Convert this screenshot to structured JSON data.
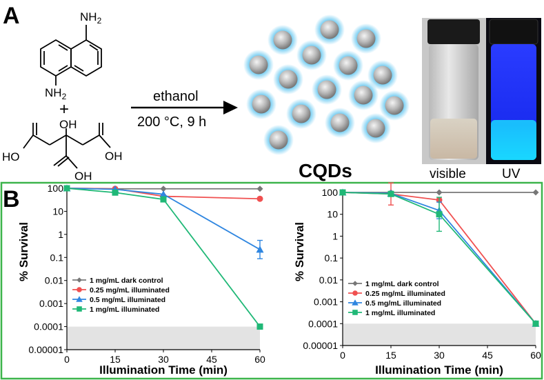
{
  "panels": {
    "a": "A",
    "b": "B"
  },
  "scheme": {
    "reactant1": {
      "top": "NH",
      "top_sub": "2",
      "bottom": "NH",
      "bottom_sub": "2"
    },
    "plus": "+",
    "reactant2": {
      "oh": "OH",
      "ho_left": "HO",
      "oh_right": "OH",
      "oh_bottom": "OH"
    },
    "solvent": "ethanol",
    "conditions": "200 °C, 9 h",
    "product": "CQDs"
  },
  "photo": {
    "left_label": "visible",
    "right_label": "UV"
  },
  "colors": {
    "dark": "#777777",
    "c025": "#f05050",
    "c05": "#2f86e0",
    "c1": "#20b877",
    "frame": "#3cb44b",
    "glow": "#5ec5f0",
    "shade": "#e3e3e3"
  },
  "chart_data": [
    {
      "type": "line",
      "xlabel": "Illumination Time (min)",
      "ylabel": "% Survival",
      "xlim": [
        0,
        60
      ],
      "ylim": [
        1e-05,
        100
      ],
      "yscale": "log",
      "xticks": [
        "0",
        "15",
        "30",
        "45",
        "60"
      ],
      "yticks": [
        "100",
        "10",
        "1",
        "0.1",
        "0.01",
        "0.001",
        "0.0001",
        "0.00001"
      ],
      "shaded_below": 0.0001,
      "legend": "lower-left",
      "series": [
        {
          "name": "1 mg/mL dark control",
          "color": "#777777",
          "marker": "diamond",
          "x": [
            0,
            15,
            30,
            60
          ],
          "y": [
            100,
            95,
            95,
            95
          ],
          "err": [
            0,
            0,
            0,
            0
          ]
        },
        {
          "name": "0.25 mg/mL illuminated",
          "color": "#f05050",
          "marker": "circle",
          "x": [
            0,
            15,
            30,
            60
          ],
          "y": [
            100,
            95,
            45,
            35
          ],
          "err": [
            0,
            0,
            0,
            0
          ]
        },
        {
          "name": "0.5 mg/mL illuminated",
          "color": "#2f86e0",
          "marker": "triangle",
          "x": [
            0,
            15,
            30,
            60
          ],
          "y": [
            100,
            90,
            55,
            0.22
          ],
          "err": [
            0,
            0,
            0,
            1.5
          ]
        },
        {
          "name": "1 mg/mL illuminated",
          "color": "#20b877",
          "marker": "square",
          "x": [
            0,
            15,
            30,
            60
          ],
          "y": [
            100,
            65,
            33,
            0.0001
          ],
          "err": [
            0,
            0,
            0,
            0
          ]
        }
      ]
    },
    {
      "type": "line",
      "xlabel": "Illumination Time (min)",
      "ylabel": "% Survival",
      "xlim": [
        0,
        60
      ],
      "ylim": [
        1e-05,
        100
      ],
      "yscale": "log",
      "xticks": [
        "0",
        "15",
        "30",
        "45",
        "60"
      ],
      "yticks": [
        "100",
        "10",
        "1",
        "0.1",
        "0.01",
        "0.001",
        "0.0001",
        "0.00001"
      ],
      "shaded_below": 0.0001,
      "legend": "lower-left",
      "series": [
        {
          "name": "1 mg/mL dark control",
          "color": "#777777",
          "marker": "diamond",
          "x": [
            0,
            15,
            30,
            60
          ],
          "y": [
            100,
            100,
            100,
            100
          ],
          "err": [
            0,
            0,
            0,
            0
          ]
        },
        {
          "name": "0.25 mg/mL illuminated",
          "color": "#f05050",
          "marker": "circle",
          "x": [
            0,
            15,
            30,
            60
          ],
          "y": [
            100,
            85,
            45,
            0.0001
          ],
          "err": [
            0,
            2.2,
            0,
            0
          ]
        },
        {
          "name": "0.5 mg/mL illuminated",
          "color": "#2f86e0",
          "marker": "triangle",
          "x": [
            0,
            15,
            30,
            60
          ],
          "y": [
            100,
            90,
            15,
            0.0001
          ],
          "err": [
            0,
            0,
            1.4,
            0
          ]
        },
        {
          "name": "1 mg/mL illuminated",
          "color": "#20b877",
          "marker": "square",
          "x": [
            0,
            15,
            30,
            60
          ],
          "y": [
            100,
            85,
            10,
            0.0001
          ],
          "err": [
            0,
            0,
            5,
            0
          ]
        }
      ]
    }
  ]
}
